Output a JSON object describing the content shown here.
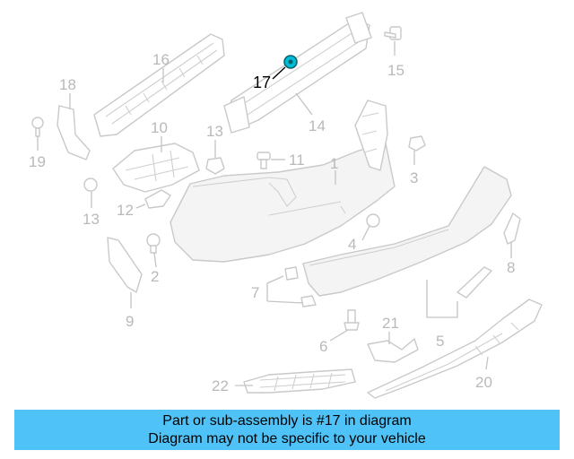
{
  "diagram": {
    "callouts": {
      "c1": "1",
      "c2": "2",
      "c3": "3",
      "c4": "4",
      "c5": "5",
      "c6": "6",
      "c7": "7",
      "c8": "8",
      "c9": "9",
      "c10": "10",
      "c11": "11",
      "c12": "12",
      "c13a": "13",
      "c13b": "13",
      "c14": "14",
      "c15": "15",
      "c16": "16",
      "c17": "17",
      "c18": "18",
      "c19": "19",
      "c20": "20",
      "c21": "21",
      "c22": "22"
    },
    "highlight_color": "#00bcd4",
    "part_line_color": "#c9c9c9"
  },
  "banner": {
    "line1": "Part or sub-assembly is #17 in diagram",
    "line2": "Diagram may not be specific to your vehicle",
    "background": "#4fc3f7"
  }
}
